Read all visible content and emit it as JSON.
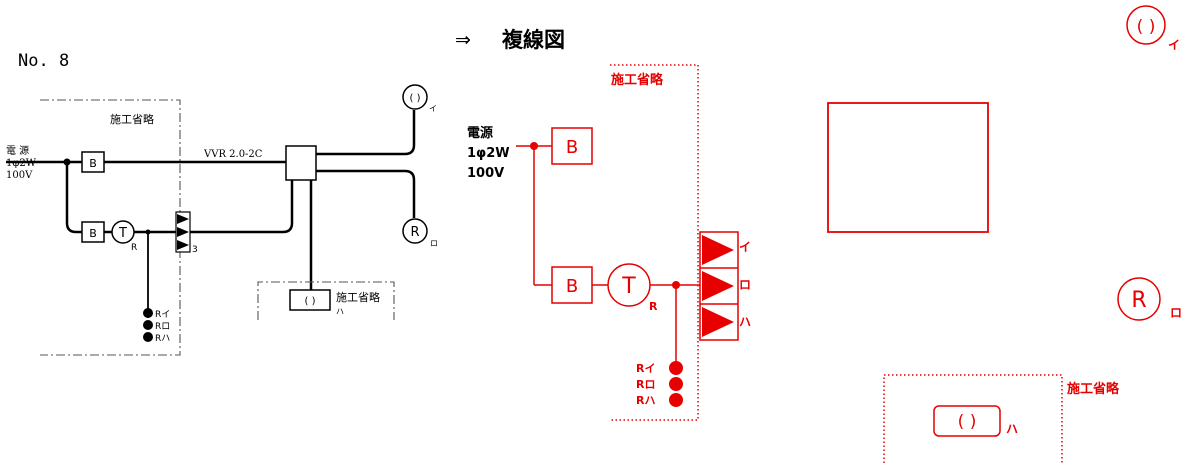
{
  "page": {
    "problem_number": "No. 8",
    "arrow": "⇒",
    "heading": "複線図"
  },
  "colors": {
    "black": "#000000",
    "red": "#e60000",
    "dash_gray": "#555555"
  },
  "single_line": {
    "omitted_label": "施工省略",
    "source_label": [
      "電 源",
      "1φ2W",
      "100V"
    ],
    "cable_label": "VVR 2.0-2C",
    "breaker_label": "B",
    "timer_label": "T",
    "timer_sub": "R",
    "switch_count": "3",
    "lamp_i_sub": "イ",
    "lamp_ro_symbol": "R",
    "lamp_ro_sub": "ロ",
    "fixture_ha_symbol": "( )",
    "fixture_ha_label": "施工省略",
    "fixture_ha_sub": "ハ",
    "remote_labels": [
      "Rイ",
      "Rロ",
      "Rハ"
    ]
  },
  "wiring": {
    "omitted_label": "施工省略",
    "source_label": [
      "電源",
      "1φ2W",
      "100V"
    ],
    "breaker_label": "B",
    "timer_label": "T",
    "timer_sub": "R",
    "switch_labels": [
      "イ",
      "ロ",
      "ハ"
    ],
    "remote_labels": [
      "Rイ",
      "Rロ",
      "Rハ"
    ]
  },
  "right_side": {
    "lamp_i_symbol": "( )",
    "lamp_i_sub": "イ",
    "lamp_ro_symbol": "R",
    "lamp_ro_sub": "ロ",
    "omitted_label": "施工省略",
    "fixture_ha_symbol": "( )",
    "fixture_ha_sub": "ハ"
  }
}
